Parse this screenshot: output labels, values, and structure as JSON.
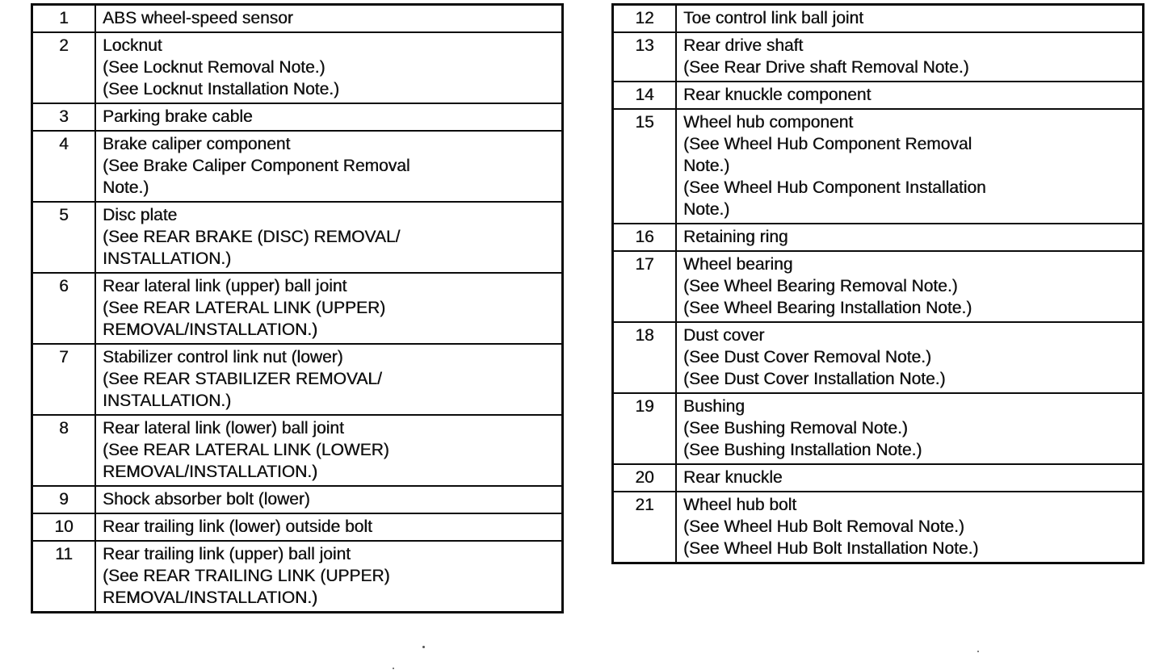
{
  "document": {
    "kind": "scanned service manual parts list",
    "background_color": "#ffffff",
    "line_color": "#0b0b0b",
    "text_color": "#111111"
  },
  "tables": {
    "left": {
      "rows": [
        {
          "num": "1",
          "lines": [
            "ABS wheel-speed sensor"
          ]
        },
        {
          "num": "2",
          "lines": [
            "Locknut",
            "(See Locknut Removal Note.)",
            "(See Locknut Installation Note.)"
          ]
        },
        {
          "num": "3",
          "lines": [
            "Parking brake cable"
          ]
        },
        {
          "num": "4",
          "lines": [
            "Brake caliper component",
            "(See Brake Caliper Component Removal",
            "Note.)"
          ]
        },
        {
          "num": "5",
          "lines": [
            "Disc plate",
            "(See REAR BRAKE (DISC) REMOVAL/",
            "INSTALLATION.)"
          ]
        },
        {
          "num": "6",
          "lines": [
            "Rear lateral link (upper) ball joint",
            "(See REAR LATERAL LINK (UPPER)",
            "REMOVAL/INSTALLATION.)"
          ]
        },
        {
          "num": "7",
          "lines": [
            "Stabilizer control link nut (lower)",
            "(See REAR STABILIZER REMOVAL/",
            "INSTALLATION.)"
          ]
        },
        {
          "num": "8",
          "lines": [
            "Rear lateral link (lower) ball joint",
            "(See REAR LATERAL LINK (LOWER)",
            "REMOVAL/INSTALLATION.)"
          ]
        },
        {
          "num": "9",
          "lines": [
            "Shock absorber bolt (lower)"
          ]
        },
        {
          "num": "10",
          "lines": [
            "Rear trailing link (lower) outside bolt"
          ]
        },
        {
          "num": "11",
          "lines": [
            "Rear trailing link (upper) ball joint",
            "(See REAR TRAILING LINK (UPPER)",
            "REMOVAL/INSTALLATION.)"
          ]
        }
      ]
    },
    "right": {
      "rows": [
        {
          "num": "12",
          "lines": [
            "Toe control link ball joint"
          ]
        },
        {
          "num": "13",
          "lines": [
            "Rear drive shaft",
            "(See Rear Drive shaft Removal Note.)"
          ]
        },
        {
          "num": "14",
          "lines": [
            "Rear knuckle component"
          ]
        },
        {
          "num": "15",
          "lines": [
            "Wheel hub component",
            "(See Wheel Hub Component Removal",
            "Note.)",
            "(See Wheel Hub Component Installation",
            "Note.)"
          ]
        },
        {
          "num": "16",
          "lines": [
            "Retaining ring"
          ]
        },
        {
          "num": "17",
          "lines": [
            "Wheel bearing",
            "(See Wheel Bearing Removal Note.)",
            "(See Wheel Bearing Installation Note.)"
          ]
        },
        {
          "num": "18",
          "lines": [
            "Dust cover",
            "(See Dust Cover Removal Note.)",
            "(See Dust Cover Installation Note.)"
          ]
        },
        {
          "num": "19",
          "lines": [
            "Bushing",
            "(See Bushing Removal Note.)",
            "(See Bushing Installation Note.)"
          ]
        },
        {
          "num": "20",
          "lines": [
            "Rear knuckle"
          ]
        },
        {
          "num": "21",
          "lines": [
            "Wheel hub bolt",
            "(See Wheel Hub Bolt Removal Note.)",
            "(See Wheel Hub Bolt Installation Note.)"
          ]
        }
      ]
    }
  }
}
